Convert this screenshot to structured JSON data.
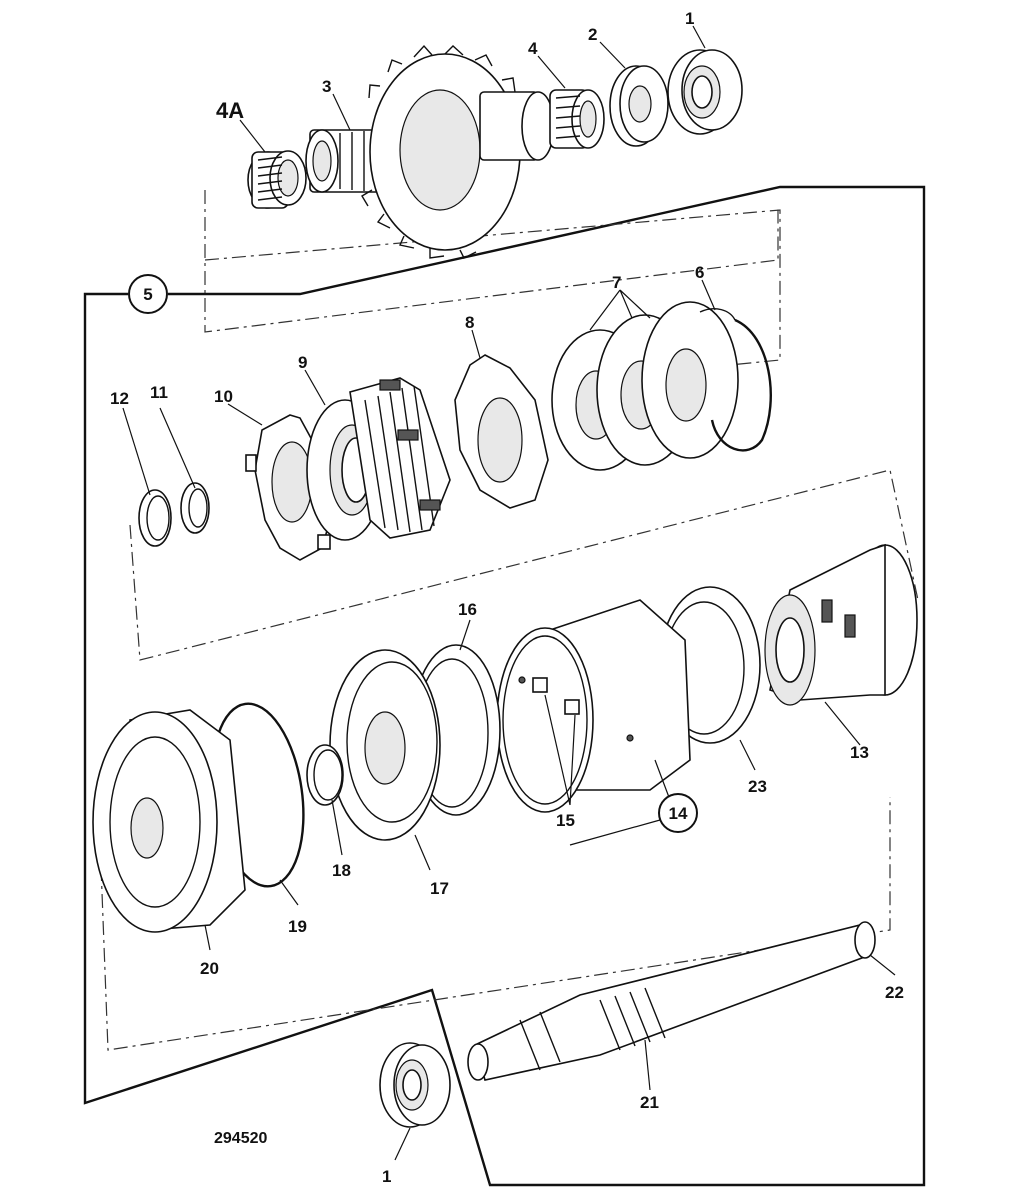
{
  "figure_number": "294520",
  "callouts": {
    "c1_top": "1",
    "c2": "2",
    "c3": "3",
    "c4": "4",
    "c4a": "4A",
    "c5": "5",
    "c6": "6",
    "c7": "7",
    "c8": "8",
    "c9": "9",
    "c10": "10",
    "c11": "11",
    "c12": "12",
    "c13": "13",
    "c14": "14",
    "c15": "15",
    "c16": "16",
    "c17": "17",
    "c18": "18",
    "c19": "19",
    "c20": "20",
    "c21": "21",
    "c22": "22",
    "c23": "23",
    "c1_bottom": "1"
  }
}
